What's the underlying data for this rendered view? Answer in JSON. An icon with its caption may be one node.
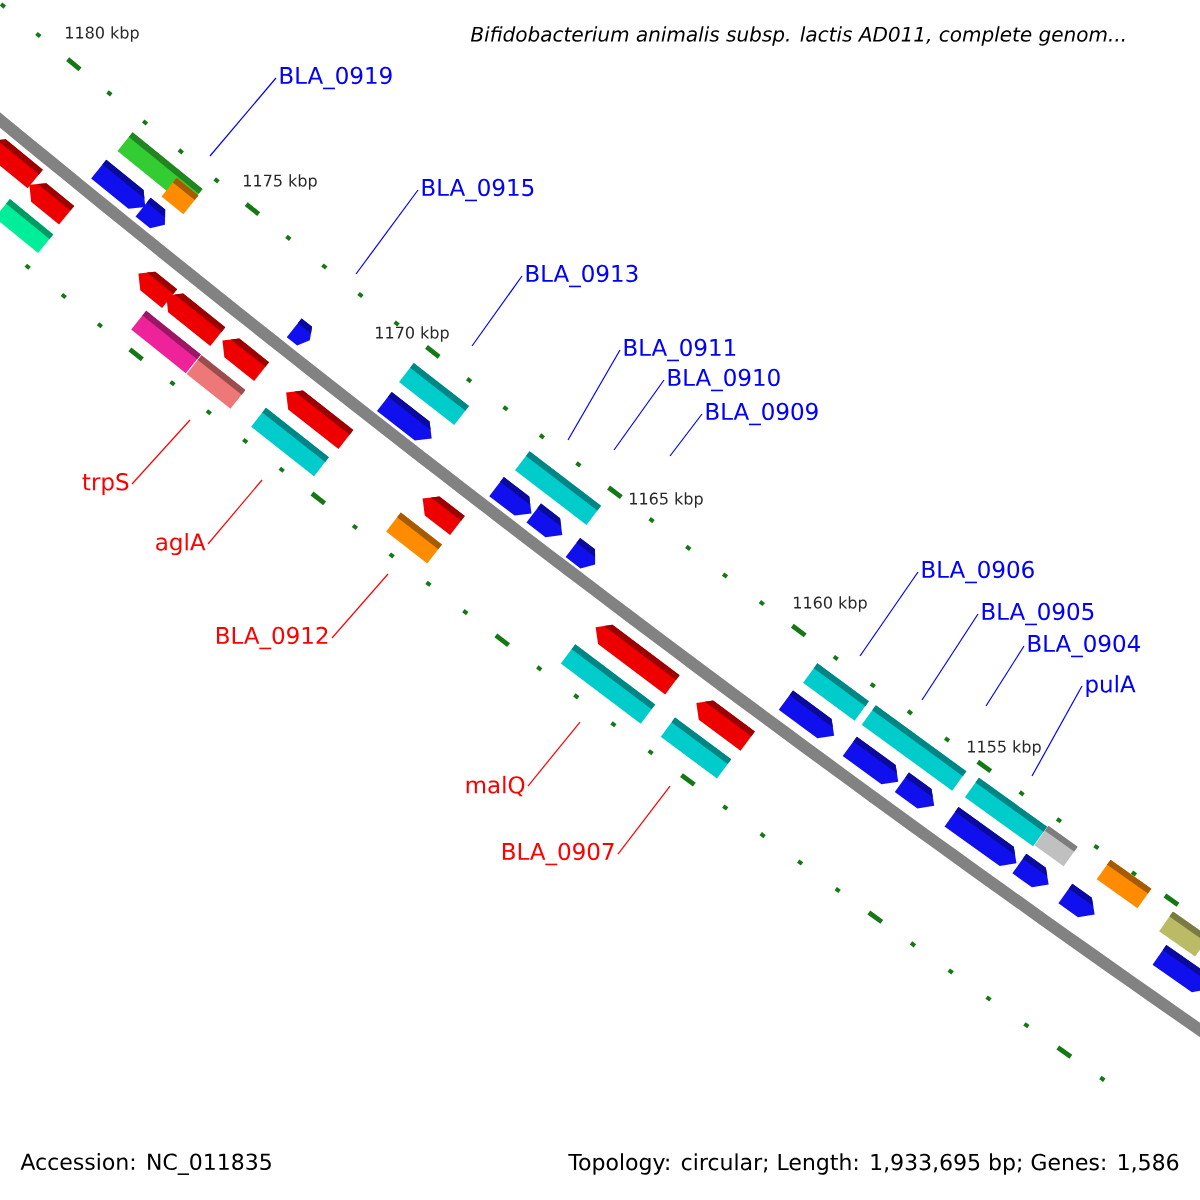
{
  "diagram": {
    "title": "Bifidobacterium animalis subsp. lactis AD011, complete genom...",
    "nodes": [
      {
        "text": [
          "BLA_0919"
        ]
      },
      {
        "text": [
          "BLA_0915"
        ]
      },
      {
        "text": [
          "BLA_0913"
        ]
      },
      {
        "text": [
          "BLA_0911"
        ]
      },
      {
        "text": [
          "BLA_0910"
        ]
      },
      {
        "text": [
          "BLA_0909"
        ]
      },
      {
        "text": [
          "trpS"
        ]
      },
      {
        "text": [
          "aglA"
        ]
      },
      {
        "text": [
          "BLA_0906"
        ]
      },
      {
        "text": [
          "BLA_0905"
        ]
      },
      {
        "text": [
          "BLA_0912"
        ]
      },
      {
        "text": [
          "BLA_0904"
        ]
      },
      {
        "text": [
          "pulA"
        ]
      },
      {
        "text": [
          "malQ"
        ]
      },
      {
        "text": [
          "BLA_0907"
        ]
      }
    ],
    "edges": [
      {
        "from": 0,
        "to": null,
        "arrow": "none"
      },
      {
        "from": 1,
        "to": null,
        "arrow": "none"
      },
      {
        "from": 2,
        "to": null,
        "arrow": "none"
      },
      {
        "from": 3,
        "to": null,
        "arrow": "none"
      },
      {
        "from": 4,
        "to": null,
        "arrow": "none"
      },
      {
        "from": 5,
        "to": null,
        "arrow": "none"
      },
      {
        "from": 6,
        "to": null,
        "arrow": "none",
        "color": "#ff0000"
      },
      {
        "from": 7,
        "to": null,
        "arrow": "none",
        "color": "#ff0000"
      },
      {
        "from": 8,
        "to": null,
        "arrow": "none"
      },
      {
        "from": 9,
        "to": null,
        "arrow": "none"
      },
      {
        "from": 10,
        "to": null,
        "arrow": "none",
        "color": "#ff0000"
      },
      {
        "from": 11,
        "to": null,
        "arrow": "none"
      },
      {
        "from": 12,
        "to": null,
        "arrow": "none"
      },
      {
        "from": 13,
        "to": null,
        "arrow": "none",
        "color": "#ff0000"
      },
      {
        "from": 14,
        "to": null,
        "arrow": "none",
        "color": "#ff0000"
      }
    ],
    "labels": [
      "1180 kbp",
      "1175 kbp",
      "1170 kbp",
      "1165 kbp",
      "1160 kbp",
      "1155 kbp",
      "Accession: NC_011835",
      "Topology: circular; Length: 1,933,695 bp; Genes: 1,586"
    ]
  }
}
